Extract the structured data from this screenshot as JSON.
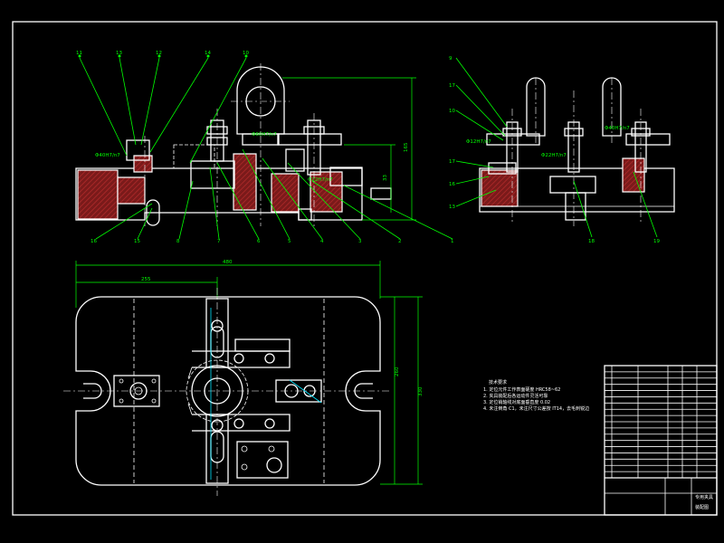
{
  "drawing": {
    "dimensions": {
      "overall_width": "480",
      "half_width": "255",
      "overall_height": "330",
      "inner_height": "260",
      "front_height": "165",
      "front_gap": "33"
    },
    "fits": {
      "fit_front_left": "Φ40H7/n7",
      "fit_front_mid": "Φ60H7/n7",
      "fit_front_right": "Φ22H7/n7",
      "fit_side_left": "Φ12H7/n7",
      "fit_side_mid": "Φ22H7/n7",
      "fit_side_right": "Φ40H7/n7"
    },
    "balloons_top": [
      "11",
      "13",
      "12",
      "14",
      "10"
    ],
    "balloons_bottom": [
      "16",
      "15",
      "8",
      "7",
      "6",
      "5",
      "4",
      "3",
      "2",
      "1"
    ],
    "balloons_side_left": [
      "9",
      "17",
      "10",
      "17",
      "16",
      "13"
    ],
    "balloons_side_bottom": [
      "18",
      "19"
    ],
    "tech_requirements": {
      "title": "技术要求",
      "lines": [
        "1. 定位元件工作表面硬度 HRC58~62",
        "2. 夹具装配后各运动件灵活可靠",
        "3. 定位销轴线对底面垂直度 0.02",
        "4. 未注倒角 C1，未注尺寸公差按 IT14，去毛刺锐边"
      ]
    },
    "title_block": {
      "drawing_name": "专用夹具",
      "drawing_no": "装配图",
      "rows": 18
    }
  }
}
